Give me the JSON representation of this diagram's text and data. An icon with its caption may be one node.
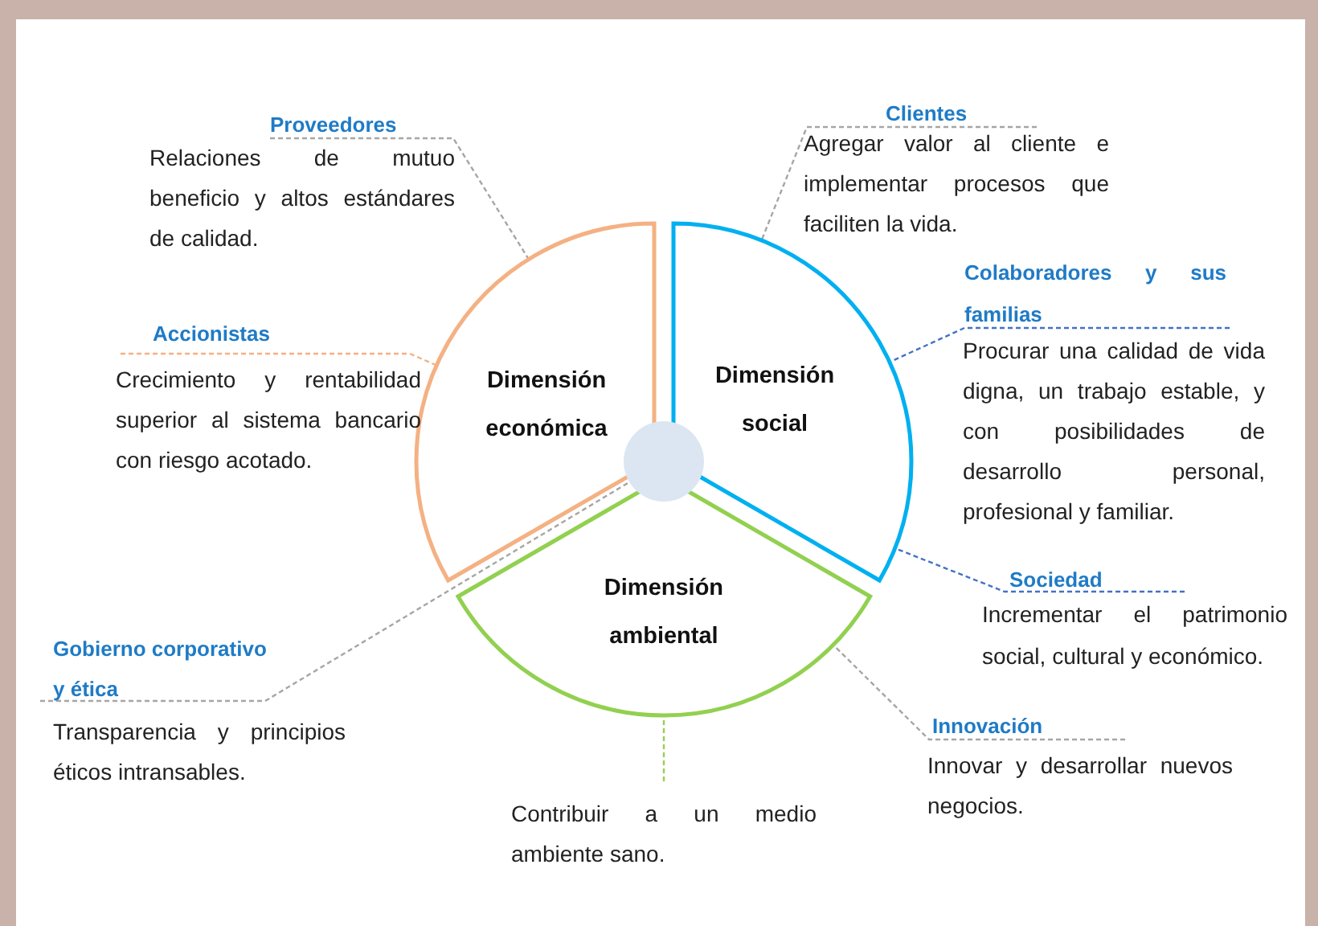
{
  "diagram": {
    "nodes": [
      {
        "text": [
          "Dimensión económica"
        ]
      },
      {
        "text": [
          "Dimensión social"
        ]
      },
      {
        "text": [
          "Dimensión ambiental"
        ]
      },
      {
        "text": [],
        "shape": "circle"
      },
      {
        "text": [
          "Proveedores",
          "Relaciones de mutuo beneficio y altos estándares de calidad."
        ]
      },
      {
        "text": [
          "Clientes",
          "Agregar valor al cliente e implementar procesos que faciliten la vida."
        ]
      },
      {
        "text": [
          "Colaboradores y sus familias",
          "Procurar una calidad de vida digna, un trabajo estable, y con posibilidades de desarrollo personal, profesional y familiar."
        ]
      },
      {
        "text": [
          "Accionistas",
          "Crecimiento y rentabilidad superior al sistema bancario con riesgo acotado."
        ]
      },
      {
        "text": [
          "Sociedad",
          "Incrementar el patrimonio social, cultural y económico."
        ]
      },
      {
        "text": [
          "Gobierno corporativo y ética",
          "Transparencia y principios éticos intransables."
        ]
      },
      {
        "text": [
          "Innovación",
          "Innovar y desarrollar nuevos negocios."
        ]
      },
      {
        "text": [
          "Contribuir a un medio ambiente sano."
        ]
      }
    ],
    "edges": [
      {
        "from": 4,
        "to": 0,
        "arrow": "none",
        "style": "dashed"
      },
      {
        "from": 5,
        "to": 1,
        "arrow": "none",
        "style": "dashed"
      },
      {
        "from": 6,
        "to": 1,
        "arrow": "none",
        "style": "dashed",
        "color": "#4472c4"
      },
      {
        "from": 7,
        "to": 0,
        "arrow": "none",
        "style": "dashed",
        "color": "#f4b183"
      },
      {
        "from": 8,
        "to": 1,
        "arrow": "none",
        "style": "dashed",
        "color": "#4472c4"
      },
      {
        "from": 9,
        "to": 3,
        "arrow": "none",
        "style": "dashed"
      },
      {
        "from": 10,
        "to": 2,
        "arrow": "none",
        "style": "dashed"
      },
      {
        "from": 11,
        "to": 2,
        "arrow": "none",
        "style": "dashed",
        "color": "#92d050"
      }
    ]
  }
}
